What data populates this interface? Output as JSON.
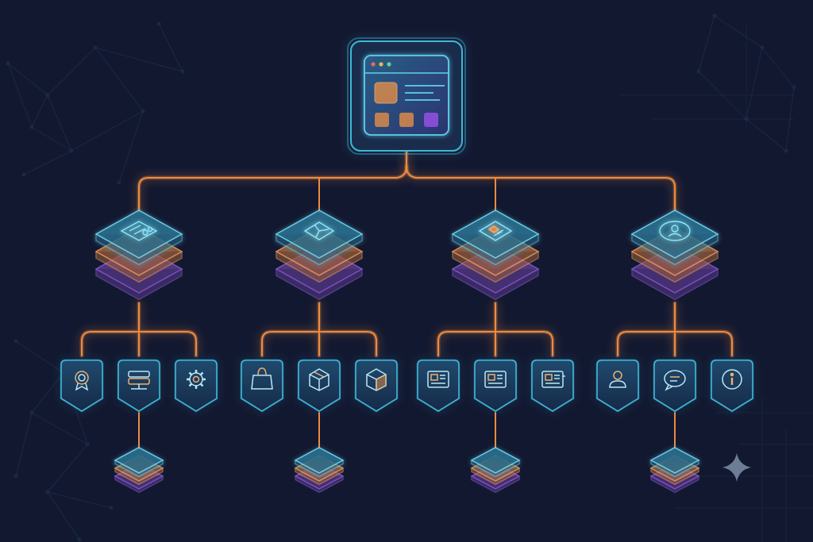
{
  "colors": {
    "background": "#121830",
    "background_network": "#1e3a5c",
    "connector": "#f08a3e",
    "connector_glow": "#ff9a4a",
    "card_fill": "#17304f",
    "card_stroke": "#3fb8d8",
    "layer_top": "#2a6d8c",
    "layer_mid": "#a0603a",
    "layer_bottom": "#5a3a8c",
    "accent_purple": "#8a4fd8",
    "accent_orange": "#d88a4a",
    "sparkle": "#7f8fa8"
  },
  "root": {
    "icon": "browser-window-icon"
  },
  "branches": [
    {
      "icon": "dashboard-chart-icon",
      "children": [
        "award-badge-icon",
        "server-rack-icon",
        "gear-icon"
      ],
      "leaf_index": 1
    },
    {
      "icon": "pie-chart-icon",
      "children": [
        "shopping-bag-icon",
        "package-box-icon",
        "cube-icon"
      ],
      "leaf_index": 1
    },
    {
      "icon": "document-card-icon",
      "children": [
        "article-icon",
        "article-icon",
        "newspaper-icon"
      ],
      "leaf_index": 1
    },
    {
      "icon": "user-profile-icon",
      "children": [
        "user-icon",
        "chat-bubble-icon",
        "info-icon"
      ],
      "leaf_index": 1
    }
  ],
  "decor": {
    "sparkle_icon": "sparkle-icon"
  }
}
